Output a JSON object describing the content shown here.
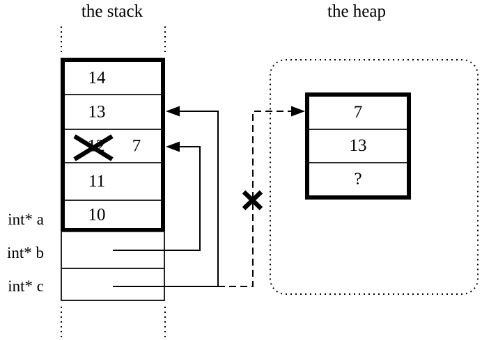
{
  "titles": {
    "stack": "the stack",
    "heap": "the heap"
  },
  "pointer_labels": [
    {
      "label": "int* a"
    },
    {
      "label": "int* b"
    },
    {
      "label": "int* c"
    }
  ],
  "stack_box": {
    "cells": [
      {
        "value": "14"
      },
      {
        "value": "13"
      },
      {
        "old_value": "12",
        "new_value": "7",
        "crossed_out": true
      },
      {
        "value": "11"
      },
      {
        "value": "10"
      }
    ]
  },
  "heap_box": {
    "cells": [
      {
        "value": "7"
      },
      {
        "value": "13"
      },
      {
        "value": "?"
      }
    ]
  },
  "colors": {
    "ink": "#000000",
    "background": "#ffffff"
  }
}
